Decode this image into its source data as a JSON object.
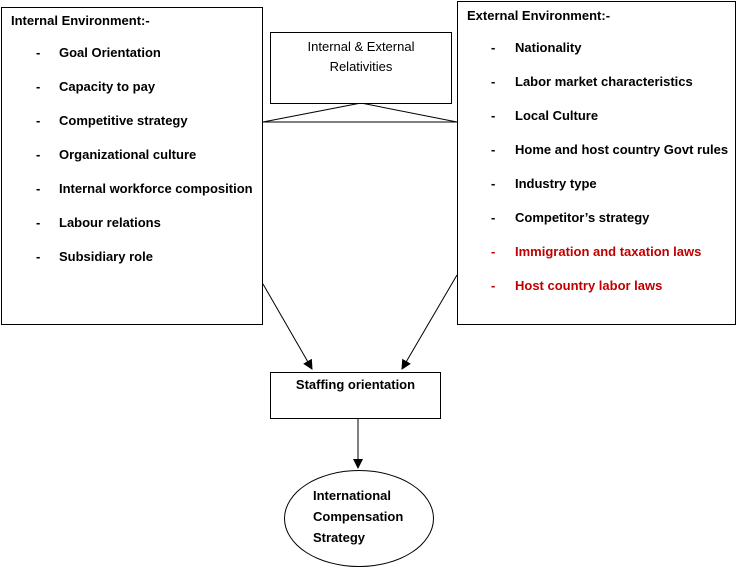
{
  "internal_environment": {
    "title": "Internal Environment:-",
    "bullet": "-",
    "items": [
      {
        "label": "Goal Orientation",
        "color": "#000000"
      },
      {
        "label": "Capacity to pay",
        "color": "#000000"
      },
      {
        "label": "Competitive strategy",
        "color": "#000000"
      },
      {
        "label": "Organizational culture",
        "color": "#000000"
      },
      {
        "label": "Internal workforce composition",
        "color": "#000000"
      },
      {
        "label": "Labour relations",
        "color": "#000000"
      },
      {
        "label": "Subsidiary role",
        "color": "#000000"
      }
    ]
  },
  "external_environment": {
    "title": "External Environment:-",
    "bullet": "-",
    "items": [
      {
        "label": "Nationality",
        "color": "#000000"
      },
      {
        "label": "Labor market characteristics",
        "color": "#000000"
      },
      {
        "label": "Local Culture",
        "color": "#000000"
      },
      {
        "label": "Home and host country Govt rules",
        "color": "#000000"
      },
      {
        "label": "Industry type",
        "color": "#000000"
      },
      {
        "label": "Competitor’s strategy",
        "color": "#000000"
      },
      {
        "label": "Immigration and taxation laws",
        "color": "#c00000"
      },
      {
        "label": "Host country labor laws",
        "color": "#c00000"
      }
    ]
  },
  "relativities": {
    "line1": "Internal & External",
    "line2": "Relativities"
  },
  "staffing": {
    "label": "Staffing orientation"
  },
  "compensation": {
    "line1": "International",
    "line2": "Compensation",
    "line3": "Strategy"
  },
  "colors": {
    "emphasis_red": "#c00000",
    "line": "#000000"
  }
}
